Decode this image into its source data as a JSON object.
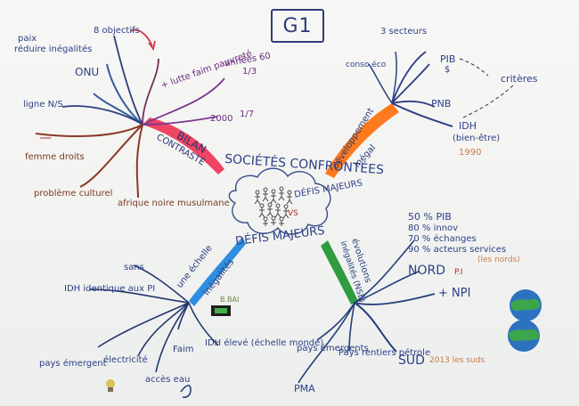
{
  "title": "G1",
  "center": {
    "title": "SOCIÉTÉS CONFRONTÉES",
    "subtitle": "DÉFIS MAJEURS",
    "cloud_word": "DÉFIS MAJEURS",
    "vs": "VS"
  },
  "branches": {
    "bilan": {
      "label_top": "BILAN",
      "label_bottom": "CONTRASTÉ",
      "items": [
        "paix",
        "réduire inégalités",
        "8 objectifs",
        "ONU",
        "+ lutte faim pauvreté",
        "années 60",
        "1/3",
        "ligne N/S",
        "2000",
        "1/7",
        "femme droits",
        "problème culturel",
        "afrique noire musulmane"
      ],
      "minus": "—"
    },
    "developpement": {
      "label": "développement",
      "sub": "inégal",
      "items": [
        "3 secteurs",
        "PIB",
        "$",
        "critères",
        "conso éco",
        "PNB",
        "IDH",
        "(bien-être)",
        "1990"
      ]
    },
    "echelle": {
      "label": "une échelle",
      "sub": "inégalités",
      "items": [
        "sans",
        "IDH identique aux PI",
        "Faim",
        "IDH élevé (échelle monde)",
        "électricité",
        "pays émergent",
        "accès eau"
      ],
      "tag": "B.BAI"
    },
    "evolutions": {
      "label": "évolutions",
      "sub": "inégalités (NSE)",
      "items": [
        "50 % PIB",
        "80 % innov",
        "70 % échanges",
        "90 % acteurs services",
        "(les nords)",
        "NORD",
        "P.I",
        "+ NPI",
        "pays émergents",
        "Pays rentiers pétrole",
        "PMA",
        "SUD",
        "2013 les suds"
      ]
    }
  }
}
